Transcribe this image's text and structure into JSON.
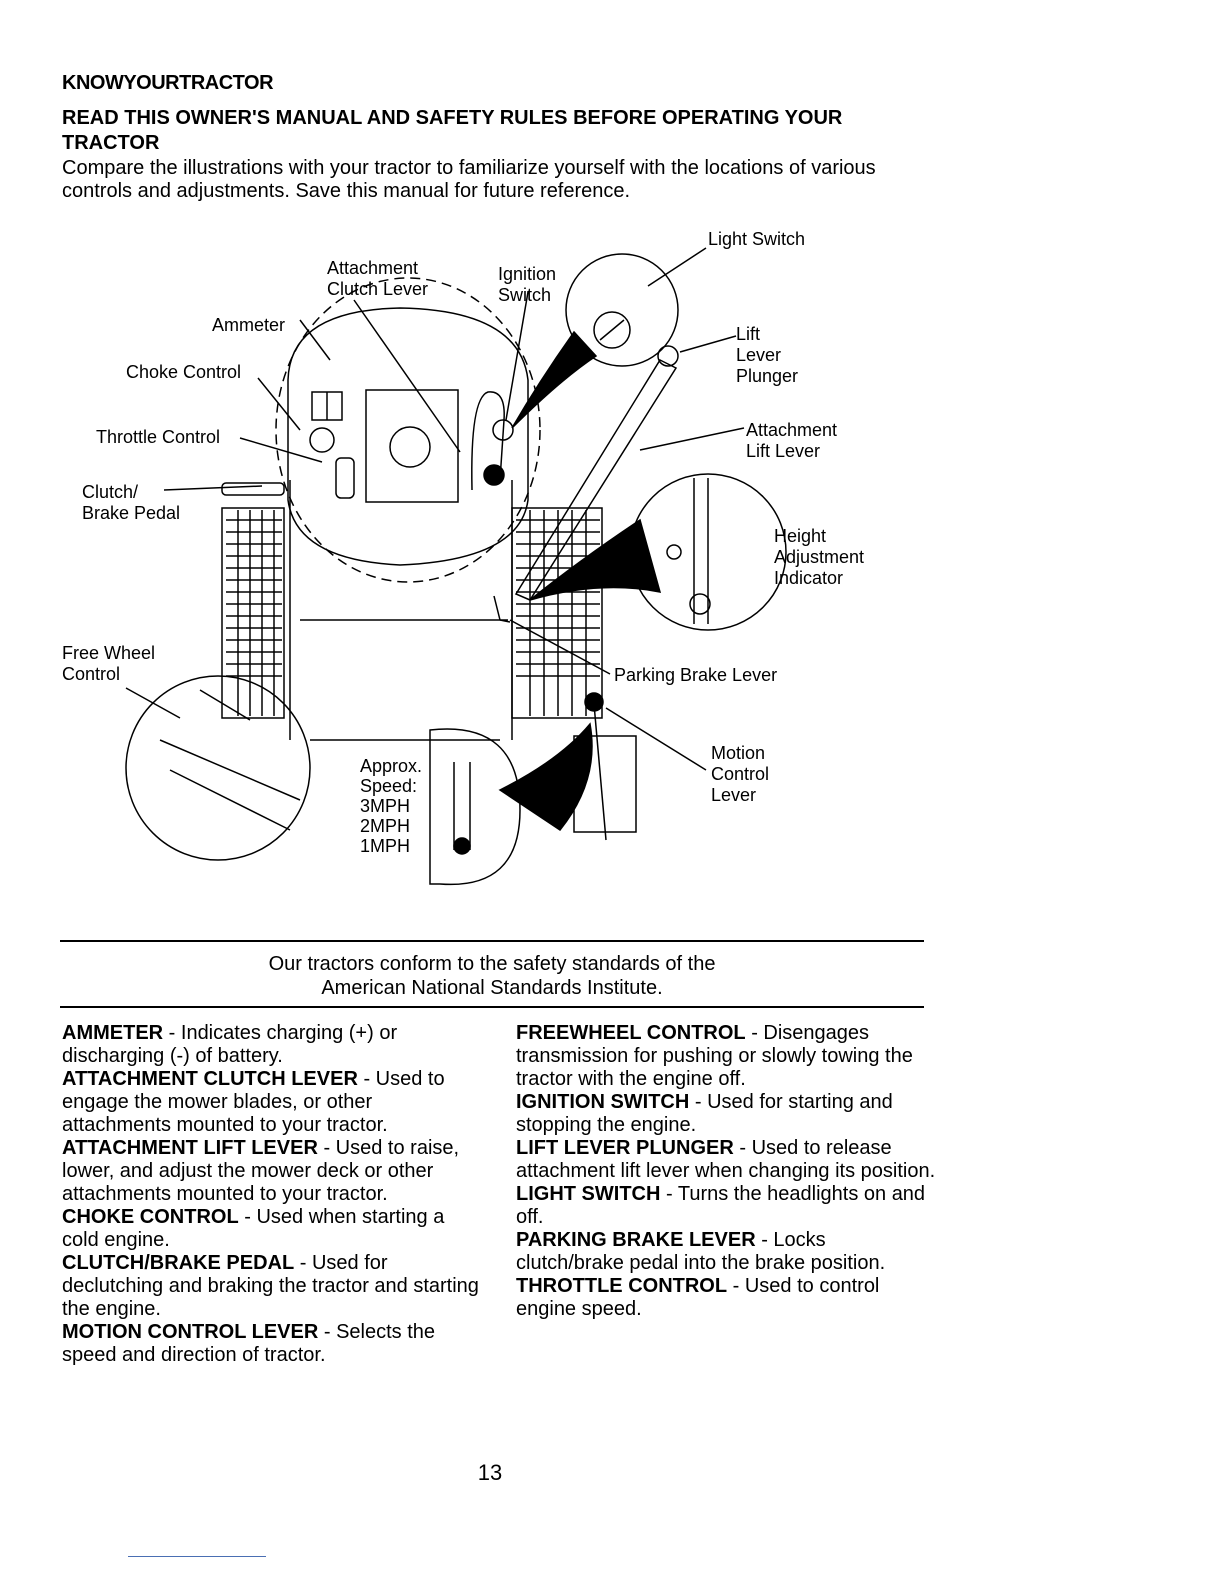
{
  "header": {
    "title": "KNOWYOURTRACTOR",
    "subtitle": "READ THIS OWNER'S MANUAL AND SAFETY RULES BEFORE OPERATING YOUR TRACTOR",
    "intro": "Compare the illustrations with your tractor to familiarize yourself with the locations of various controls and adjustments. Save this manual for future reference."
  },
  "diagram": {
    "labels": {
      "light_switch": "Light Switch",
      "attachment_clutch_1": "Attachment",
      "attachment_clutch_2": "Clutch Lever",
      "ignition_1": "Ignition",
      "ignition_2": "Switch",
      "ammeter": "Ammeter",
      "lift_1": "Lift",
      "lift_2": "Lever",
      "lift_3": "Plunger",
      "choke": "Choke Control",
      "throttle": "Throttle Control",
      "attach_lift_1": "Attachment",
      "attach_lift_2": "Lift Lever",
      "clutch_1": "Clutch/",
      "clutch_2": "Brake Pedal",
      "height_1": "Height",
      "height_2": "Adjustment",
      "height_3": "Indicator",
      "free_wheel_1": "Free Wheel",
      "free_wheel_2": "Control",
      "parking": "Parking Brake Lever",
      "motion_1": "Motion",
      "motion_2": "Control",
      "motion_3": "Lever",
      "approx": "Approx.",
      "speed": "Speed:",
      "mph3": "3MPH",
      "mph2": "2MPH",
      "mph1": "1MPH"
    }
  },
  "standards_note": {
    "line1": "Our tractors conform to the safety standards of the",
    "line2": "American National Standards Institute."
  },
  "definitions_left": [
    {
      "term": "AMMETER",
      "text": " - Indicates charging (+) or discharging (-) of battery."
    },
    {
      "term": "ATTACHMENT CLUTCH LEVER",
      "text": " - Used to engage the mower blades, or other attachments mounted to your tractor."
    },
    {
      "term": "ATTACHMENT LIFT LEVER",
      "text": " - Used to raise, lower, and adjust the mower deck or other attachments mounted to your tractor."
    },
    {
      "term": "CHOKE CONTROL",
      "text": " - Used when starting a cold engine."
    },
    {
      "term": "CLUTCH/BRAKE PEDAL",
      "text": " - Used for declutching and braking the tractor and starting the engine."
    },
    {
      "term": "MOTION CONTROL LEVER",
      "text": " - Selects the speed and direction of tractor."
    }
  ],
  "definitions_right": [
    {
      "term": "FREEWHEEL CONTROL",
      "text": " - Disengages transmission for pushing or slowly towing the tractor with the engine off."
    },
    {
      "term": "IGNITION SWITCH",
      "text": " - Used for starting and stopping the engine."
    },
    {
      "term": "LIFT LEVER PLUNGER",
      "text": " - Used to release attachment lift lever when changing its position."
    },
    {
      "term": "LIGHT SWITCH",
      "text": " - Turns the headlights on and off."
    },
    {
      "term": "PARKING BRAKE LEVER",
      "text": " - Locks clutch/brake pedal into the brake position."
    },
    {
      "term": "THROTTLE CONTROL",
      "text": " - Used to control engine speed."
    }
  ],
  "page_number": "13"
}
